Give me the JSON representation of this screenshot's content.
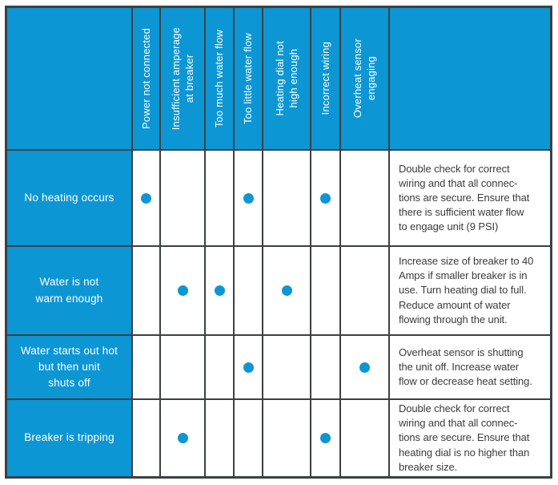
{
  "table": {
    "corner_label": "",
    "remedies_header": "",
    "causes": [
      "Power not connected",
      "Insufficient amperage\nat breaker",
      "Too much water flow",
      "Too little water flow",
      "Heating dial not\nhigh enough",
      "Incorrect wiring",
      "Overheat sensor\nengaging"
    ],
    "rows": [
      {
        "problem": "No heating occurs",
        "marks": [
          1,
          0,
          0,
          1,
          0,
          1,
          0
        ],
        "remedy": "Double check for correct\nwiring and that all connec-\ntions are secure. Ensure that\nthere is sufficient water flow\nto engage unit (9 PSI)"
      },
      {
        "problem": "Water is not\nwarm enough",
        "marks": [
          0,
          1,
          1,
          0,
          1,
          0,
          0
        ],
        "remedy": "Increase size of breaker to 40\nAmps if smaller breaker is in\nuse. Turn heating dial to full.\nReduce amount of water\nflowing through the unit."
      },
      {
        "problem": "Water starts out hot\nbut then unit\nshuts off",
        "marks": [
          0,
          0,
          0,
          1,
          0,
          0,
          1
        ],
        "remedy": "Overheat sensor is shutting\nthe unit off. Increase water\nflow or decrease heat setting."
      },
      {
        "problem": "Breaker is tripping",
        "marks": [
          0,
          1,
          0,
          0,
          0,
          1,
          0
        ],
        "remedy": "Double check for correct\nwiring and that all connec-\ntions are secure. Ensure that\nheating dial is no higher than\nbreaker size."
      }
    ],
    "colors": {
      "accent_blue": "#0d96d4",
      "grid_line": "#3d4043",
      "body_text": "#3b3b3b",
      "header_text": "#ffffff",
      "cell_bg": "#ffffff"
    }
  }
}
